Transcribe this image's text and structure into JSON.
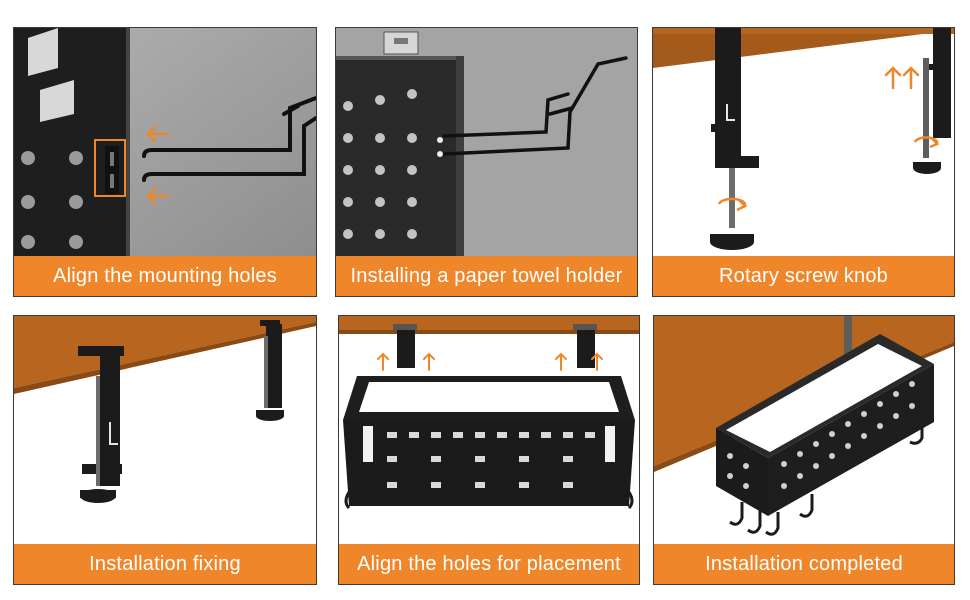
{
  "colors": {
    "accent": "#f0862a",
    "caption_text": "#ffffff",
    "wood": "#b8651f",
    "metal": "#1b1b1b",
    "wall": "#a6a6a6"
  },
  "steps": [
    {
      "caption": "Align the mounting holes",
      "icons": [
        "arrow-left-icon",
        "arrow-left-icon"
      ]
    },
    {
      "caption": "Installing a paper towel holder",
      "icons": []
    },
    {
      "caption": "Rotary screw knob",
      "icons": [
        "arrow-up-icon",
        "rotate-icon"
      ]
    },
    {
      "caption": "Installation fixing",
      "icons": []
    },
    {
      "caption": "Align the holes for placement",
      "icons": [
        "arrow-up-icon"
      ]
    },
    {
      "caption": "Installation completed",
      "icons": []
    }
  ]
}
